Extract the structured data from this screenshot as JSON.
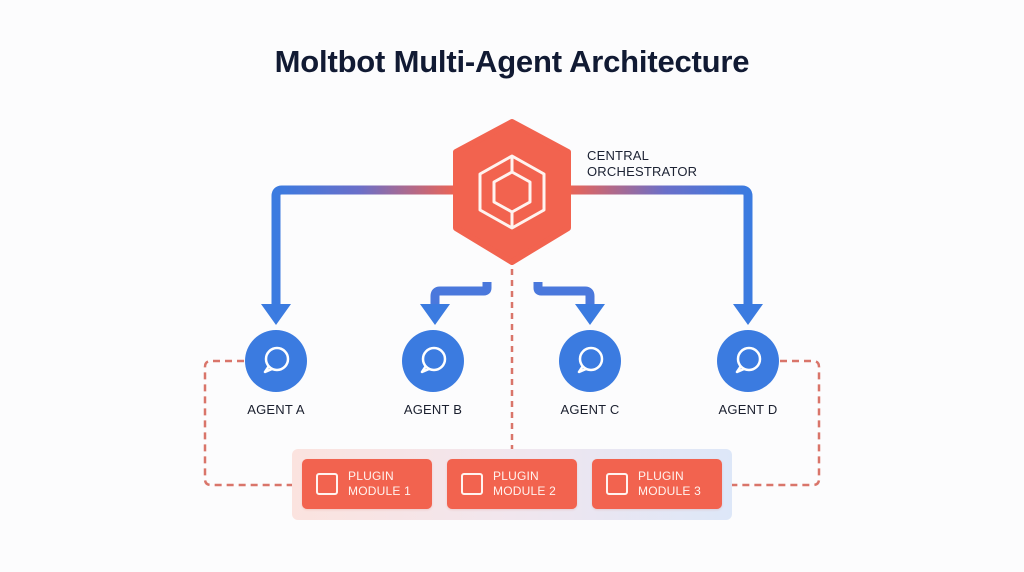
{
  "title": "Moltbot Multi-Agent Architecture",
  "orchestrator": {
    "label_line1": "CENTRAL",
    "label_line2": "ORCHESTRATOR",
    "icon": "nested-hexagon-icon"
  },
  "agents": [
    {
      "label": "AGENT A",
      "icon": "chat-bubble-icon"
    },
    {
      "label": "AGENT B",
      "icon": "chat-bubble-icon"
    },
    {
      "label": "AGENT C",
      "icon": "chat-bubble-icon"
    },
    {
      "label": "AGENT D",
      "icon": "chat-bubble-icon"
    }
  ],
  "plugins": [
    {
      "line1": "PLUGIN",
      "line2": "MODULE 1",
      "icon": "square-icon"
    },
    {
      "line1": "PLUGIN",
      "line2": "MODULE 2",
      "icon": "square-icon"
    },
    {
      "line1": "PLUGIN",
      "line2": "MODULE 3",
      "icon": "square-icon"
    }
  ],
  "colors": {
    "orchestrator": "#f2634f",
    "agent": "#3b7be0",
    "plugin": "#f2634f",
    "dashed_link": "#d9756a",
    "title": "#111a33"
  }
}
